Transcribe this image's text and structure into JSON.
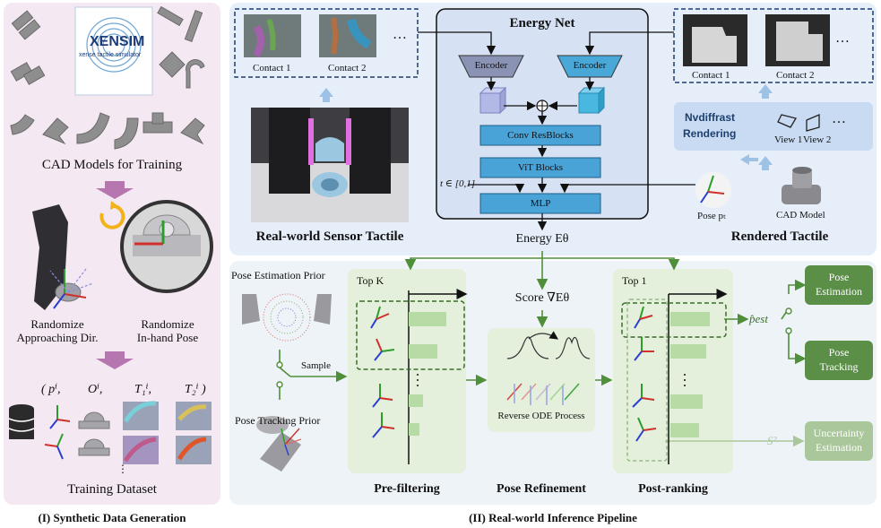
{
  "synthetic": {
    "xensim_title": "XENSIM",
    "xensim_subtitle": "xense tactile simulator",
    "cad_label": "CAD Models for Training",
    "randomize_approach": [
      "Randomize",
      "Approaching Dir."
    ],
    "randomize_pose": [
      "Randomize",
      "In-hand Pose"
    ],
    "dataset_headers": [
      "( pⁱ,",
      "Oⁱ,",
      "T₁ⁱ,",
      "T₂ⁱ )"
    ],
    "dataset_dots": "⋮",
    "dataset_label": "Training Dataset",
    "panel_caption": "(I) Synthetic Data Generation"
  },
  "top": {
    "contacts_left": [
      "Contact 1",
      "Contact 2"
    ],
    "contacts_right": [
      "Contact 1",
      "Contact 2"
    ],
    "ellipsis": "…",
    "real_sensor_label": "Real-world Sensor Tactile",
    "rendered_label": "Rendered Tactile",
    "energy_net": {
      "title": "Energy Net",
      "encoder_left": "Encoder",
      "encoder_right": "Encoder",
      "plus": "⊕",
      "conv": "Conv ResBlocks",
      "vit": "ViT Blocks",
      "mlp": "MLP",
      "t_input": "t ∈ [0,1]"
    },
    "energy_output": "Energy Eθ",
    "nvdiffrast": [
      "Nvdiffrast",
      "Rendering"
    ],
    "views": [
      "View 1",
      "View 2"
    ],
    "pose_label": "Pose pₜ",
    "cad_model_label": "CAD Model"
  },
  "pipeline": {
    "pose_estimation_prior": "Pose Estimation Prior",
    "pose_tracking_prior": "Pose Tracking Prior",
    "sample": "Sample",
    "top_k": "Top K",
    "score": "Score ∇Eθ",
    "reverse_ode": "Reverse ODE Process",
    "top_1": "Top 1",
    "p_est": "p̂est",
    "s2": "S²",
    "outputs": {
      "pose_estimation": [
        "Pose",
        "Estimation"
      ],
      "pose_tracking": [
        "Pose",
        "Tracking"
      ],
      "uncertainty": [
        "Uncertainty",
        "Estimation"
      ]
    },
    "stages": [
      "Pre-filtering",
      "Pose Refinement",
      "Post-ranking"
    ],
    "panel_caption": "(II) Real-world Inference Pipeline"
  },
  "colors": {
    "pink_panel": "#f4e8f3",
    "blue_panel": "#e6eff9",
    "green_panel": "#e4f0dc",
    "arrow_purple": "#b676b0",
    "arrow_green": "#4f8f3a",
    "output_green": "#5b8f47",
    "output_light": "#a9c79a",
    "encoder_blue": "#4aa8d8",
    "block_blue": "#4aa3d6"
  }
}
